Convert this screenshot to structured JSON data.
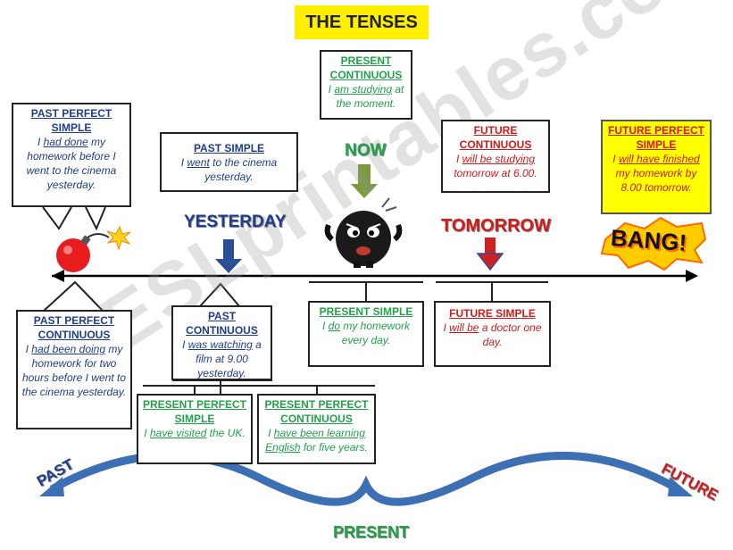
{
  "title": "THE TENSES",
  "markers": {
    "yesterday": "YESTERDAY",
    "now": "NOW",
    "tomorrow": "TOMORROW",
    "bang": "BANG!",
    "past": "PAST",
    "present": "PRESENT",
    "future": "FUTURE"
  },
  "boxes": {
    "past_perfect_simple": {
      "title": "PAST PERFECT SIMPLE",
      "pre": "I ",
      "verb": "had done",
      "post": " my homework before I went to the cinema yesterday."
    },
    "past_simple": {
      "title": "PAST SIMPLE",
      "pre": "I ",
      "verb": "went",
      "post": " to the cinema yesterday."
    },
    "present_continuous": {
      "title": "PRESENT CONTINUOUS",
      "pre": "I ",
      "verb": "am studying",
      "post": " at the moment."
    },
    "future_continuous": {
      "title": "FUTURE CONTINUOUS",
      "pre": "I ",
      "verb": "will be studying",
      "post": " tomorrow at 6.00."
    },
    "future_perfect_simple": {
      "title": "FUTURE PERFECT SIMPLE",
      "pre": "I ",
      "verb": "will have finished",
      "post": " my homework by 8.00 tomorrow."
    },
    "past_perfect_continuous": {
      "title": "PAST PERFECT CONTINUOUS",
      "pre": "I ",
      "verb": "had been doing",
      "post": " my homework for two hours before I went to the cinema yesterday."
    },
    "past_continuous": {
      "title": "PAST CONTINUOUS",
      "pre": "I ",
      "verb": "was watching",
      "post": " a film at 9.00 yesterday."
    },
    "present_simple": {
      "title": "PRESENT SIMPLE",
      "pre": "I ",
      "verb": "do",
      "post": " my homework every day."
    },
    "future_simple": {
      "title": "FUTURE SIMPLE",
      "pre": "I ",
      "verb": "will be",
      "post": " a doctor one day."
    },
    "present_perfect_simple": {
      "title": "PRESENT PERFECT SIMPLE",
      "pre": "I ",
      "verb": "have visited",
      "post": " the UK."
    },
    "present_perfect_continuous": {
      "title": "PRESENT PERFECT CONTINUOUS",
      "pre": "I ",
      "verb": "have been learning English",
      "post": " for five years."
    }
  },
  "watermark": "ESLprintables.com",
  "colors": {
    "blue": "#1f3d8a",
    "green": "#22a14a",
    "red": "#d11a1a",
    "title_bg": "#ffef00",
    "highlight": "#ffff00",
    "curve": "#3d6fb5"
  }
}
